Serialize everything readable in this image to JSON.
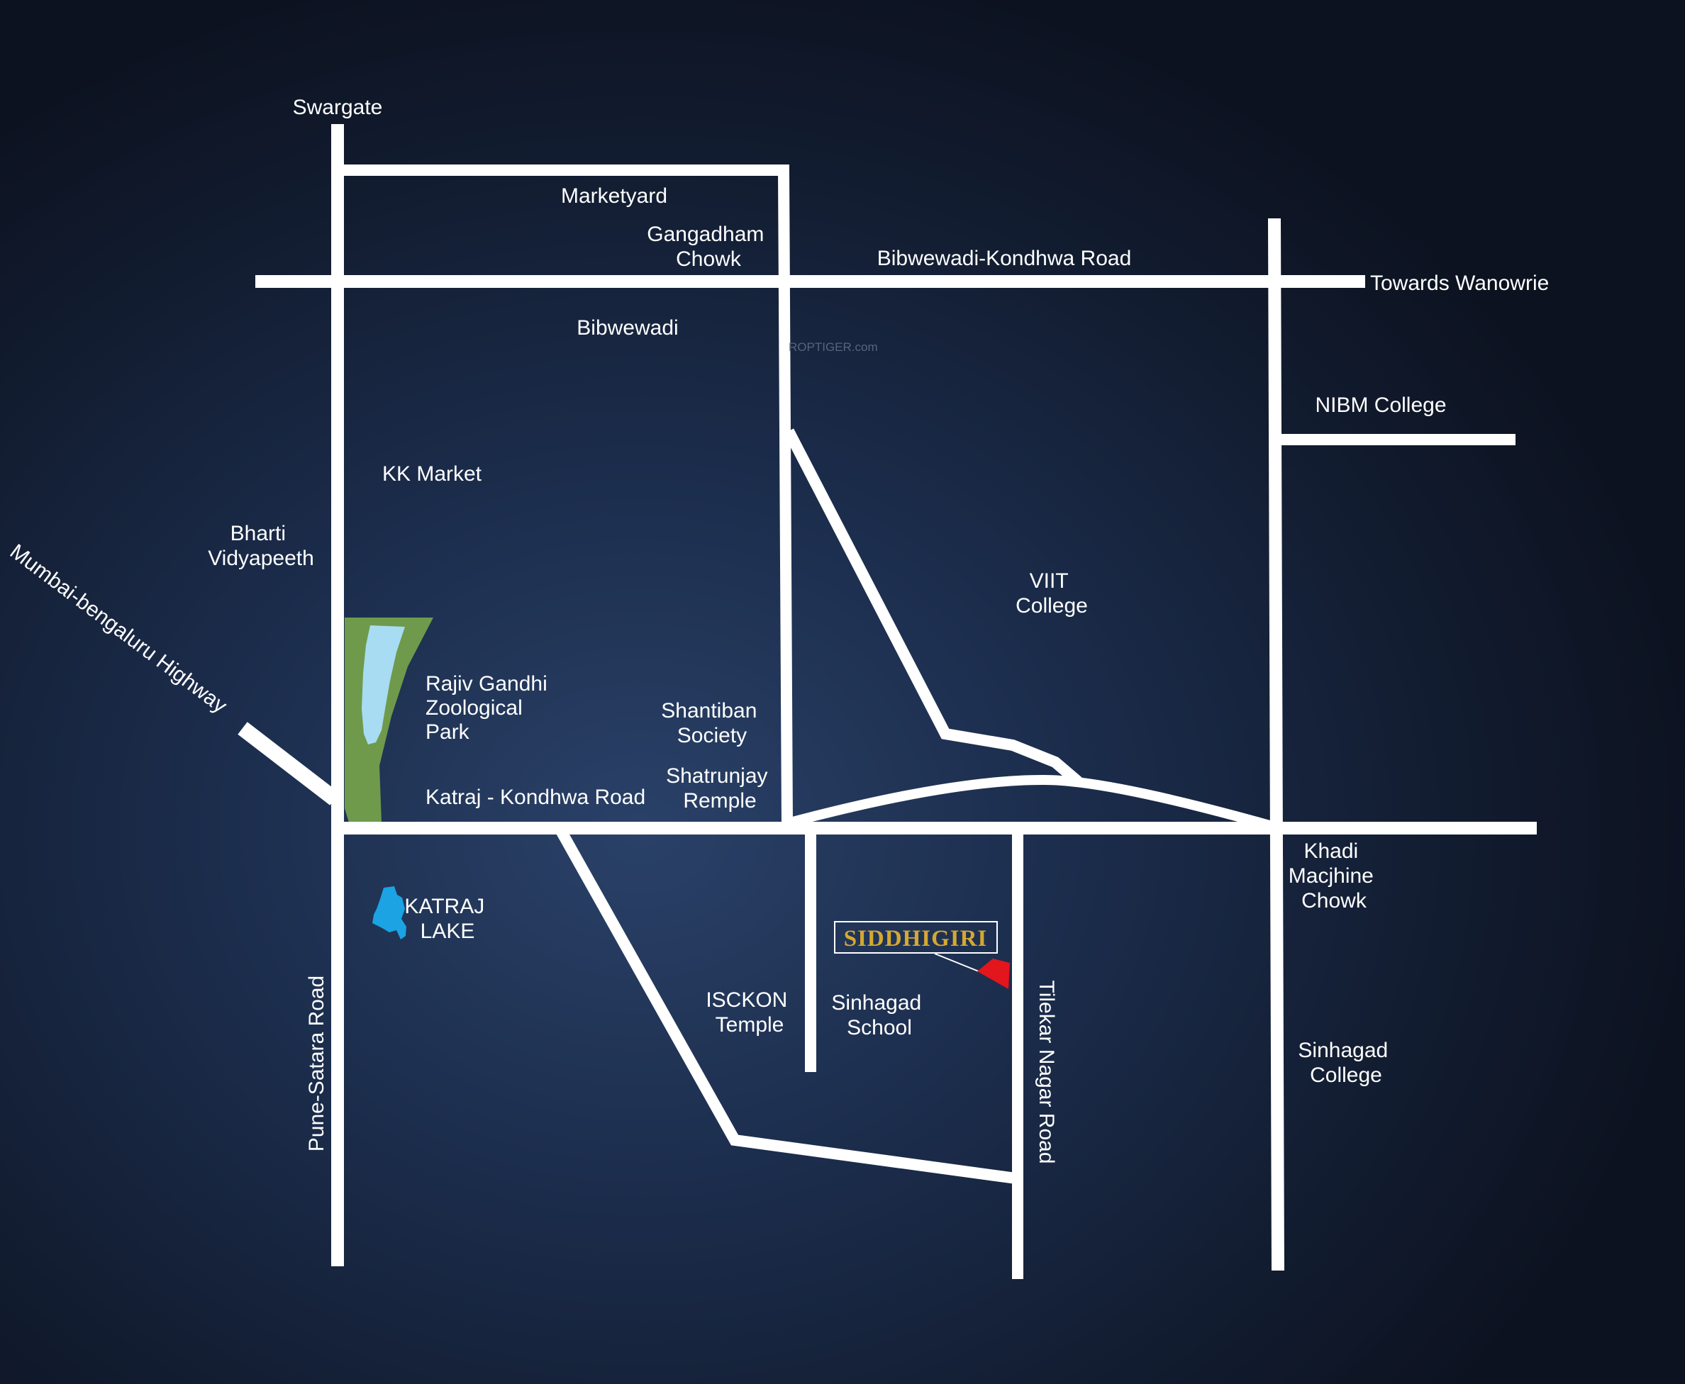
{
  "map": {
    "watermark": "ROPTIGER.com",
    "project": {
      "name": "SIDDHIGIRI",
      "label_color": "#d4a832",
      "marker_color": "#e3151d"
    },
    "colors": {
      "background": "#1b2c4b",
      "roads": "#ffffff",
      "park": "#6f9a4b",
      "park_water": "#a8dcf2",
      "lake": "#1ba3e3"
    },
    "roads": {
      "mumbai_bengaluru": "Mumbai-bengaluru Highway",
      "bibwewadi_kondhwa": "Bibwewadi-Kondhwa Road",
      "katraj_kondhwa": "Katraj - Kondhwa Road",
      "pune_satara": "Pune-Satara Road",
      "tilekar_nagar": "Tilekar Nagar Road",
      "towards_wanowrie": "Towards Wanowrie"
    },
    "places": {
      "swargate": "Swargate",
      "marketyard": "Marketyard",
      "gangadham": [
        "Gangadham",
        "Chowk"
      ],
      "bibwewadi": "Bibwewadi",
      "nibm": "NIBM College",
      "kk_market": "KK Market",
      "bharti": [
        "Bharti",
        "Vidyapeeth"
      ],
      "viit": [
        "VIIT",
        "College"
      ],
      "zoo": [
        "Rajiv Gandhi",
        "Zoological",
        "Park"
      ],
      "shantiban": [
        "Shantiban",
        "Society"
      ],
      "shatrunjay": [
        "Shatrunjay",
        "Remple"
      ],
      "khadi": [
        "Khadi",
        "Macjhine",
        "Chowk"
      ],
      "katraj_lake": [
        "KATRAJ",
        "LAKE"
      ],
      "isckon": [
        "ISCKON",
        "Temple"
      ],
      "sinhagad_school": [
        "Sinhagad",
        "School"
      ],
      "sinhagad_college": [
        "Sinhagad",
        "College"
      ]
    }
  }
}
